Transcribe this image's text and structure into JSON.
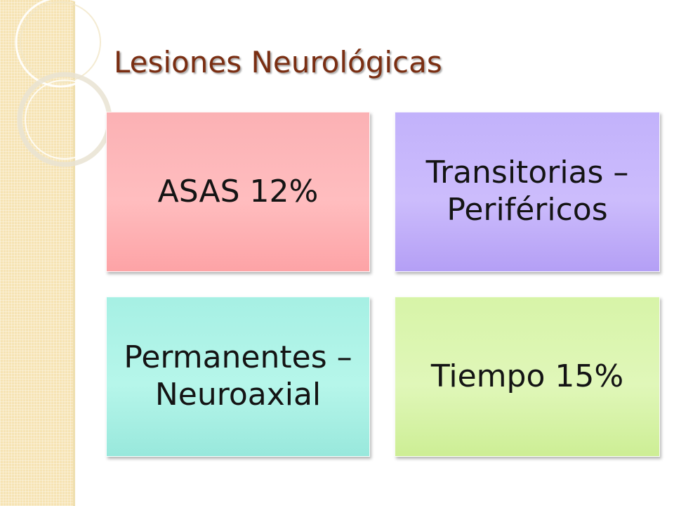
{
  "slide": {
    "title": "Lesiones Neurológicas",
    "boxes": [
      {
        "label": "ASAS 12%",
        "color": "#fdb0b3"
      },
      {
        "label": "Transitorias – Periféricos",
        "color": "#c3b3fb"
      },
      {
        "label": "Permanentes – Neuroaxial",
        "color": "#a9f1e5"
      },
      {
        "label": "Tiempo 15%",
        "color": "#d9f5ab"
      }
    ]
  },
  "theme": {
    "title_color": "#7a2e12",
    "strip_color": "#f6e3b3"
  }
}
